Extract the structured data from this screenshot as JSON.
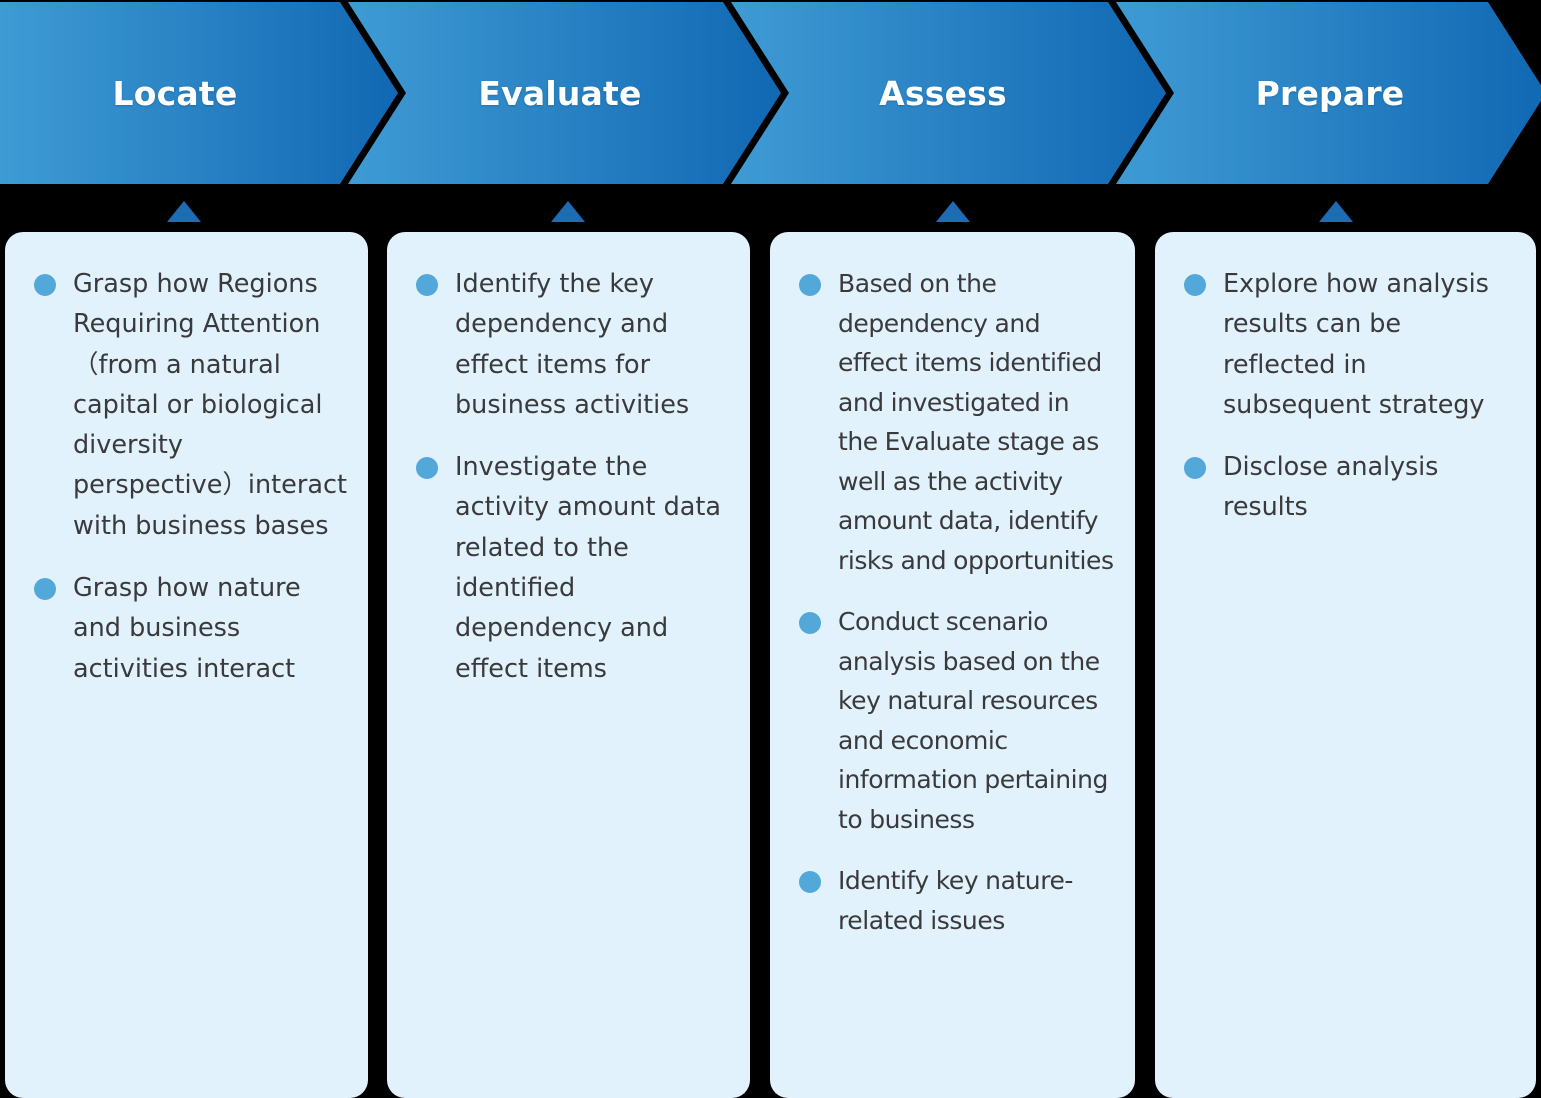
{
  "colors": {
    "chevron_light": "#3F9BD4",
    "chevron_dark": "#1168B3",
    "chevron_separator": "#FFFFFF",
    "card_background": "#E2F2FC",
    "bullet_dot": "#52A8D8",
    "triangle": "#1F6CB4",
    "text": "#3A3A3C",
    "page_background": "#000000"
  },
  "banner": {
    "stages": [
      {
        "label": "Locate"
      },
      {
        "label": "Evaluate"
      },
      {
        "label": "Assess"
      },
      {
        "label": "Prepare"
      }
    ]
  },
  "cards": [
    {
      "stage": "Locate",
      "bullets": [
        "Grasp how Regions Requiring Attention（from a natural capital or biological diversity perspective）interact with business bases",
        "Grasp how nature and business activities interact"
      ]
    },
    {
      "stage": "Evaluate",
      "bullets": [
        "Identify the key dependency and effect items for business activities",
        "Investigate the activity amount data related to the identified dependency and effect items"
      ]
    },
    {
      "stage": "Assess",
      "bullets": [
        "Based on the dependency and effect items identified and investigated in the Evaluate stage as well as the activity amount data, identify risks and opportunities",
        "Conduct scenario analysis based on the key natural resources and economic information pertaining to business",
        "Identify key nature-related issues"
      ]
    },
    {
      "stage": "Prepare",
      "bullets": [
        "Explore how analysis results can be reflected in subsequent strategy",
        "Disclose analysis results"
      ]
    }
  ]
}
